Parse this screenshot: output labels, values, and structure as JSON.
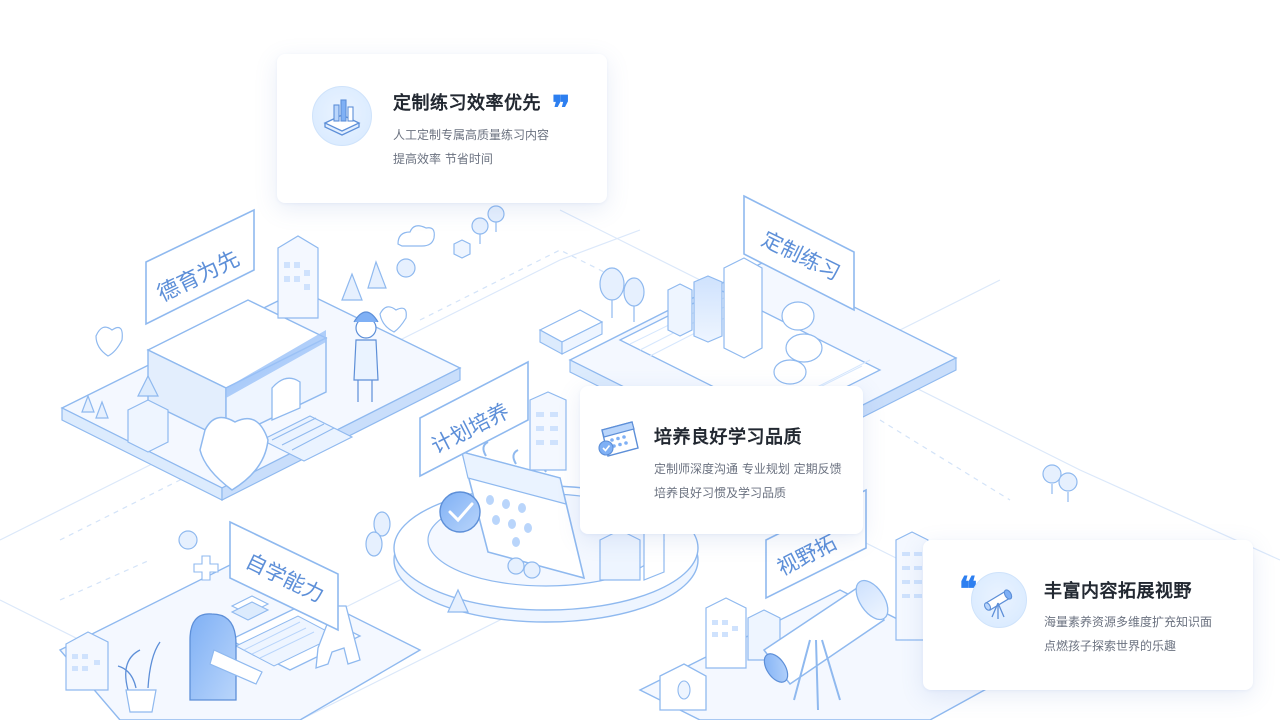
{
  "signs": {
    "moral_first": "德育为先",
    "custom_practice": "定制练习",
    "plan_training": "计划培养",
    "self_learning": "自学能力",
    "vision_expand": "视野拓"
  },
  "cards": [
    {
      "title": "定制练习效率优先",
      "line1": "人工定制专属高质量练习内容",
      "line2": "提高效率 节省时间",
      "icon": "book-chart-icon",
      "quote": "quote-close-icon"
    },
    {
      "title": "培养良好学习品质",
      "line1": "定制师深度沟通 专业规划 定期反馈",
      "line2": "培养良好习惯及学习品质",
      "icon": "calendar-icon"
    },
    {
      "title": "丰富内容拓展视野",
      "line1": "海量素养资源多维度扩充知识面",
      "line2": "点燃孩子探索世界的乐趣",
      "icon": "telescope-icon",
      "quote": "quote-open-icon"
    }
  ],
  "colors": {
    "accent": "#2d7ff0",
    "line": "#8fb9ef",
    "fill_light": "#eef5ff",
    "fill_mid": "#d6e7fd",
    "title": "#222831",
    "desc": "#6b7280"
  }
}
